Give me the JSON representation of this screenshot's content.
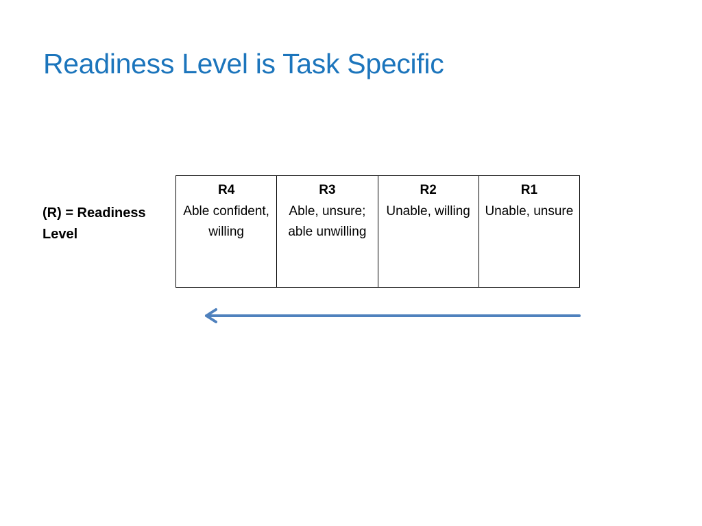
{
  "slide": {
    "title": "Readiness Level is Task Specific",
    "side_label": "(R) = Readiness Level"
  },
  "levels": [
    {
      "code": "R4",
      "description": "Able confident, willing"
    },
    {
      "code": "R3",
      "description": "Able, unsure; able unwilling"
    },
    {
      "code": "R2",
      "description": "Unable, willing"
    },
    {
      "code": "R1",
      "description": "Unable, unsure"
    }
  ],
  "arrow": {
    "direction": "left",
    "color": "#4f81bd"
  },
  "colors": {
    "title": "#1c75bc",
    "text": "#000000",
    "background": "#ffffff"
  }
}
